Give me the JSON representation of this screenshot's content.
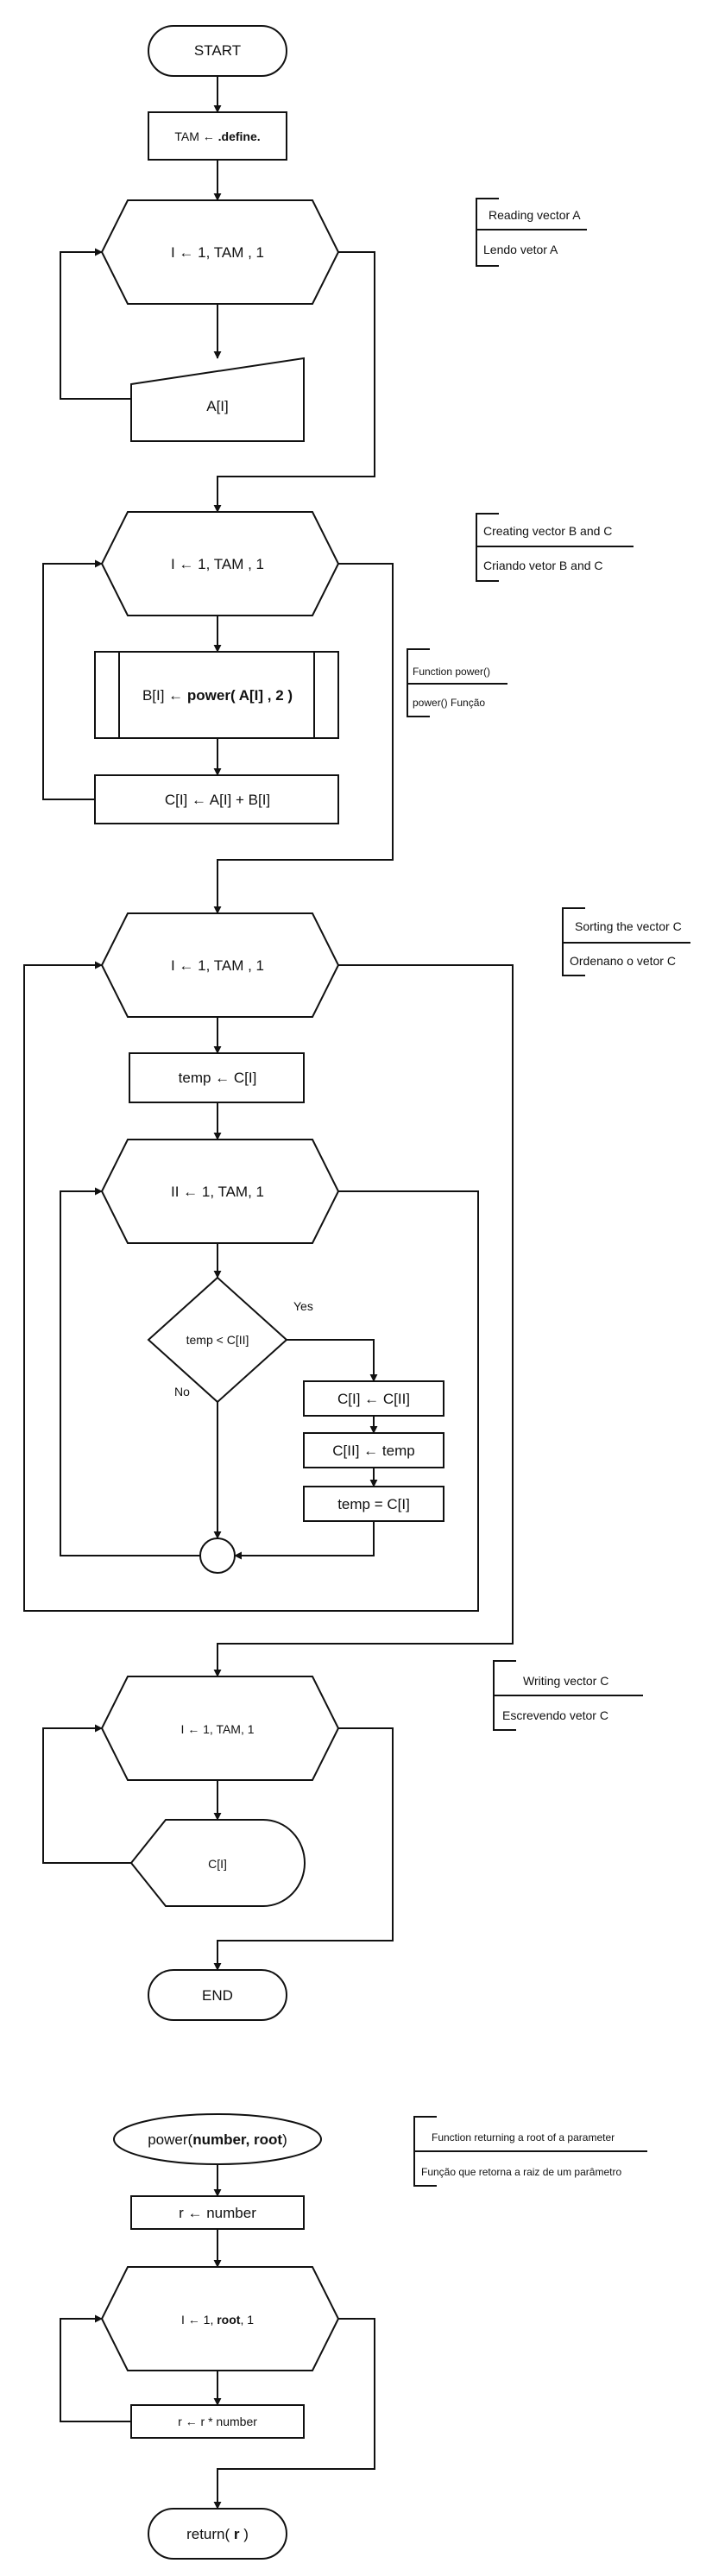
{
  "main_flow": {
    "start": "START",
    "tam_assign": {
      "left": "TAM ← ",
      "right": ".define."
    },
    "loop_read": "I ← 1, TAM , 1",
    "read_a": "A[I]",
    "loop_create": "I ← 1, TAM , 1",
    "call_power": {
      "left": "B[I] ← ",
      "func": "power( A[I] , 2 )"
    },
    "assign_c": "C[I] ← A[I] + B[I]",
    "loop_sort": "I ← 1, TAM , 1",
    "temp_assign": "temp ← C[I]",
    "loop_inner": "II ← 1, TAM, 1",
    "decision": "temp < C[II]",
    "yes_label": "Yes",
    "no_label": "No",
    "swap1": "C[I] ← C[II]",
    "swap2": "C[II] ← temp",
    "swap3": "temp = C[I]",
    "loop_write": "I ← 1, TAM, 1",
    "write_c": "C[I]",
    "end": "END"
  },
  "power_flow": {
    "start": {
      "prefix": "power(",
      "params": "number, root",
      "suffix": ")"
    },
    "r_assign": "r ← number",
    "loop": {
      "prefix": "I ← 1, ",
      "param": "root",
      "suffix": ", 1"
    },
    "multiply": "r ← r * number",
    "return": {
      "prefix": "return( ",
      "param": "r",
      "suffix": " )"
    }
  },
  "annotations": {
    "reading": {
      "en": "Reading vector A",
      "pt": "Lendo vetor A"
    },
    "creating": {
      "en": "Creating vector B and C",
      "pt": "Criando vetor B and C"
    },
    "power": {
      "en": "Function power()",
      "pt": "power() Função"
    },
    "sorting": {
      "en": "Sorting the vector C",
      "pt": "Ordenano o vetor C"
    },
    "writing": {
      "en": "Writing vector C",
      "pt": "Escrevendo vetor C"
    },
    "root_func": {
      "en": "Function returning a root of a parameter",
      "pt": "Função que retorna a raiz de um parâmetro"
    }
  }
}
